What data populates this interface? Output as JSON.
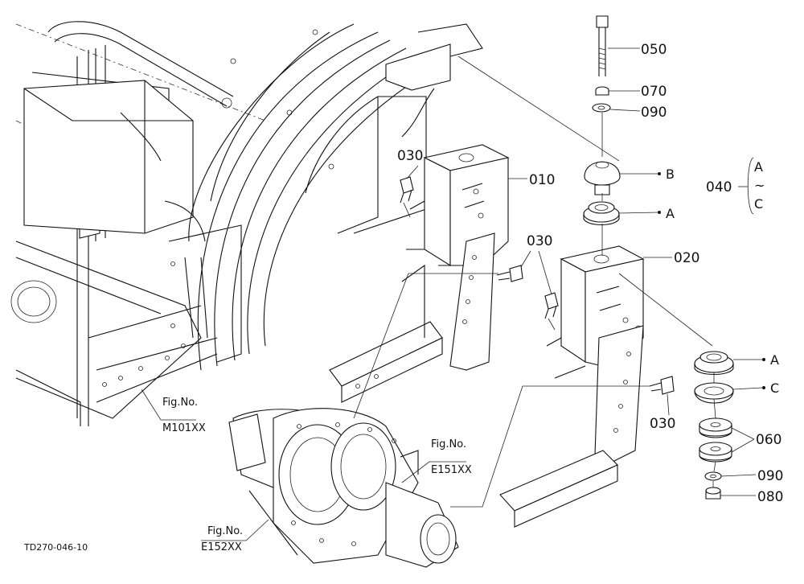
{
  "parts": {
    "p050": "050",
    "p070": "070",
    "p090a": "090",
    "pB": "B",
    "pA1": "A",
    "p010": "010",
    "p030a": "030",
    "p030b": "030",
    "p020": "020",
    "pA2": "A",
    "pC": "C",
    "p030c": "030",
    "p060": "060",
    "p090b": "090",
    "p080": "080"
  },
  "range_note": {
    "number": "040",
    "from": "A",
    "tilde": "~",
    "to": "C"
  },
  "fig_refs": {
    "m101_label": "Fig.No.",
    "m101_code": "M101XX",
    "e151_label": "Fig.No.",
    "e151_code": "E151XX",
    "e152_label": "Fig.No.",
    "e152_code": "E152XX"
  },
  "doc_code": "TD270-046-10"
}
